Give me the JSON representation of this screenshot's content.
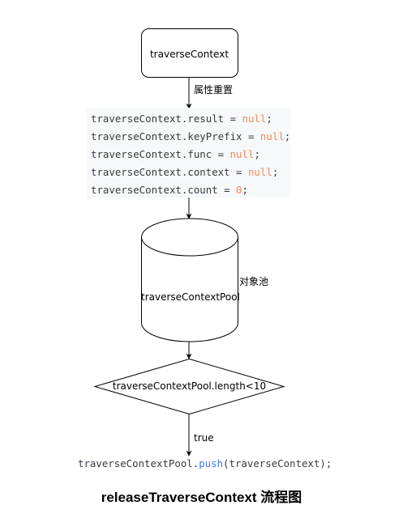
{
  "diagram": {
    "start_node": {
      "label": "traverseContext"
    },
    "edge_reset": {
      "label": "属性重置"
    },
    "reset_code": {
      "lines": [
        {
          "target": "traverseContext.result",
          "op": " = ",
          "value": "null",
          "end": ";"
        },
        {
          "target": "traverseContext.keyPrefix",
          "op": " = ",
          "value": "null",
          "end": ";"
        },
        {
          "target": "traverseContext.func",
          "op": " = ",
          "value": "null",
          "end": ";"
        },
        {
          "target": "traverseContext.context",
          "op": " = ",
          "value": "null",
          "end": ";"
        },
        {
          "target": "traverseContext.count",
          "op": " = ",
          "value": "0",
          "end": ";"
        }
      ]
    },
    "pool_node": {
      "label": "traverseContextPool",
      "side_label": "对象池"
    },
    "condition_node": {
      "label": "traverseContextPool.length<10"
    },
    "edge_true": {
      "label": "true"
    },
    "push_code": {
      "object": "traverseContextPool.",
      "method": "push",
      "args": "(traverseContext);"
    },
    "caption": "releaseTraverseContext 流程图"
  }
}
